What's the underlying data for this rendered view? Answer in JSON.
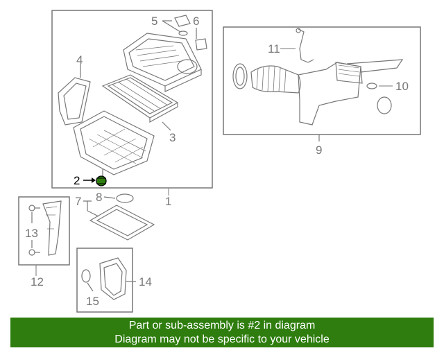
{
  "diagram": {
    "callouts": {
      "c1": "1",
      "c2": "2",
      "c3": "3",
      "c4": "4",
      "c5": "5",
      "c6": "6",
      "c7": "7",
      "c8": "8",
      "c9": "9",
      "c10": "10",
      "c11": "11",
      "c12": "12",
      "c13": "13",
      "c14": "14",
      "c15": "15"
    },
    "highlight_color": "#2e7d0e",
    "line_color": "#777777"
  },
  "footer": {
    "line1": "Part or sub-assembly is #2 in diagram",
    "line2": "Diagram may not be specific to your vehicle",
    "background": "#2e7d0e"
  }
}
